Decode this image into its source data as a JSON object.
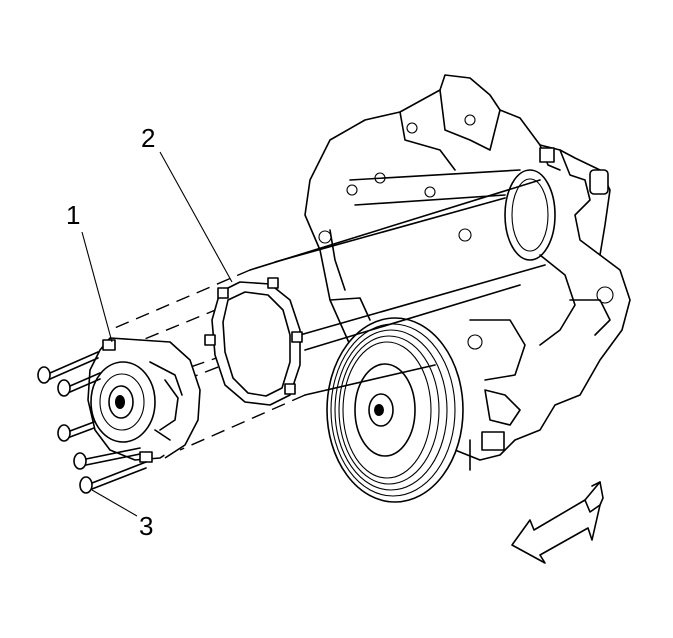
{
  "callouts": [
    {
      "id": "1",
      "label": "1"
    },
    {
      "id": "2",
      "label": "2"
    },
    {
      "id": "3",
      "label": "3"
    }
  ],
  "colors": {
    "ink": "#000000",
    "paper": "#ffffff"
  },
  "icons": [
    "direction-arrow-icon"
  ]
}
